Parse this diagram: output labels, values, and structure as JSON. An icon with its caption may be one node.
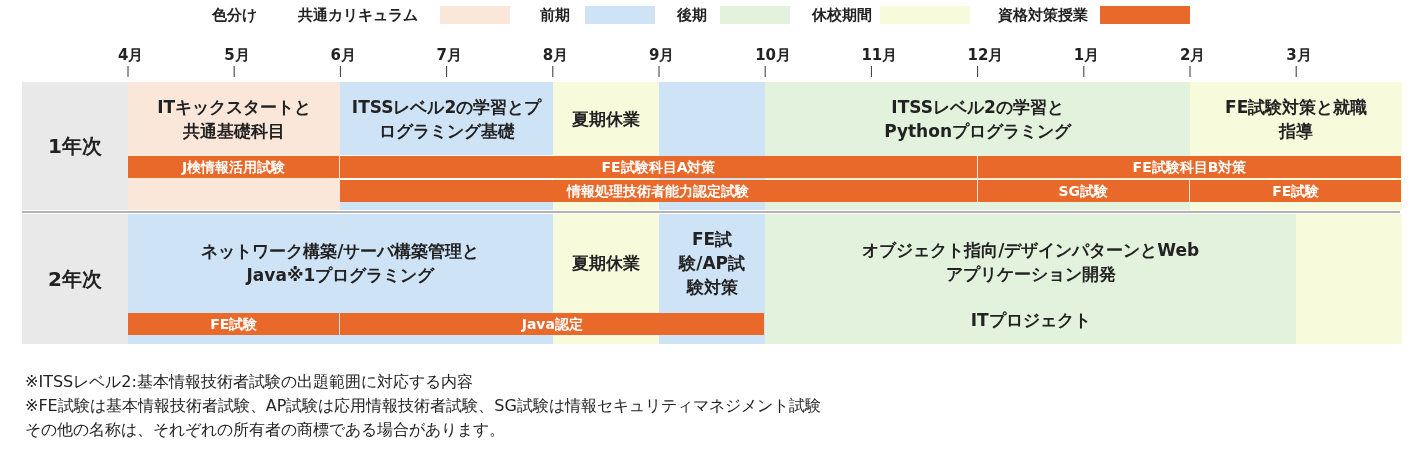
{
  "diagram": {
    "nodes": [
      {
        "text": [
          "1年次"
        ]
      },
      {
        "text": [
          "ITキックスタートと共通基礎科目"
        ]
      },
      {
        "text": [
          "ITSSレベル2の学習とプログラミング基礎"
        ]
      },
      {
        "text": [
          "夏期休業"
        ]
      },
      {
        "text": [],
        "shape": "box"
      },
      {
        "text": [
          "ITSSレベル2の学習とPythonプログラミング"
        ]
      },
      {
        "text": [
          "FE試験対策と就職指導"
        ]
      },
      {
        "text": [
          "J検情報活用試験"
        ]
      },
      {
        "text": [
          "FE試験科目A対策"
        ]
      },
      {
        "text": [
          "FE試験科目B対策"
        ]
      },
      {
        "text": [
          "情報処理技術者能力認定試験"
        ]
      },
      {
        "text": [
          "SG試験"
        ]
      },
      {
        "text": [
          "FE試験"
        ]
      },
      {
        "text": [
          "2年次"
        ]
      },
      {
        "text": [
          "ネットワーク構築/サーバ構築管理とJava※1プログラミング"
        ]
      },
      {
        "text": [
          "夏期休業"
        ]
      },
      {
        "text": [
          "FE試験/AP試験対策"
        ]
      },
      {
        "text": [
          "オブジェクト指向/デザインパターンとWebアプリケーション開発",
          "ITプロジェクト"
        ]
      },
      {
        "text": [],
        "shape": "box"
      },
      {
        "text": [
          "FE試験"
        ]
      },
      {
        "text": [
          "Java認定"
        ]
      }
    ],
    "labels": [
      "色分け",
      "4月",
      "5月",
      "6月",
      "7月",
      "8月",
      "9月",
      "10月",
      "11月",
      "12月",
      "1月",
      "2月",
      "3月",
      "※ITSSレベル2:基本情報技術者試験の出題範囲に対応する内容",
      "※FE試験は基本情報技術者試験、AP試験は応用情報技術者試験、SG試験は情報セキュリティマネジメント試験",
      "その他の名称は、それぞれの所有者の商標である場合があります。"
    ],
    "legend": [
      {
        "text": "共通カリキュラム",
        "color": "#fbe6da"
      },
      {
        "text": "前期",
        "color": "#cfe3f6"
      },
      {
        "text": "後期",
        "color": "#e3f2dd"
      },
      {
        "text": "休校期間",
        "color": "#f7fadb"
      },
      {
        "text": "資格対策授業",
        "color": "#e8692a"
      }
    ]
  }
}
